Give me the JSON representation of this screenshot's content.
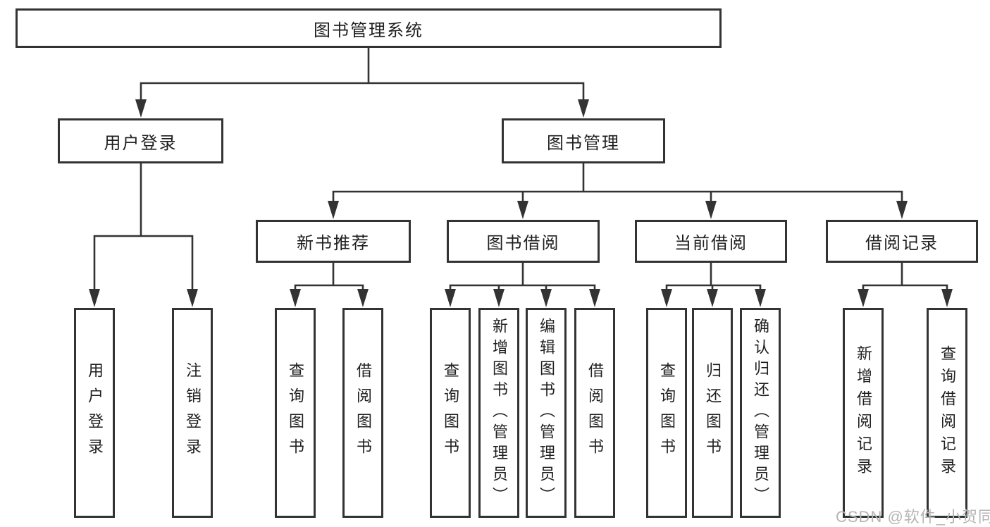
{
  "diagram": {
    "root": {
      "label": "图书管理系统"
    },
    "level2": [
      {
        "label": "用户登录"
      },
      {
        "label": "图书管理"
      }
    ],
    "level3": [
      {
        "label": "新书推荐",
        "parent": "图书管理"
      },
      {
        "label": "图书借阅",
        "parent": "图书管理"
      },
      {
        "label": "当前借阅",
        "parent": "图书管理"
      },
      {
        "label": "借阅记录",
        "parent": "图书管理"
      }
    ],
    "leaves": [
      {
        "label": "用户登录",
        "parent": "用户登录"
      },
      {
        "label": "注销登录",
        "parent": "用户登录"
      },
      {
        "label": "查询图书",
        "parent": "新书推荐"
      },
      {
        "label": "借阅图书",
        "parent": "新书推荐"
      },
      {
        "label": "查询图书",
        "parent": "图书借阅"
      },
      {
        "label": "新增图书（管理员）",
        "parent": "图书借阅"
      },
      {
        "label": "编辑图书（管理员）",
        "parent": "图书借阅"
      },
      {
        "label": "借阅图书",
        "parent": "图书借阅"
      },
      {
        "label": "查询图书",
        "parent": "当前借阅"
      },
      {
        "label": "归还图书",
        "parent": "当前借阅"
      },
      {
        "label": "确认归还（管理员）",
        "parent": "当前借阅"
      },
      {
        "label": "新增借阅记录",
        "parent": "借阅记录"
      },
      {
        "label": "查询借阅记录",
        "parent": "借阅记录"
      }
    ],
    "colors": {
      "line": "#333333",
      "text": "#1f1f1f",
      "background": "#ffffff"
    }
  },
  "watermark": {
    "text": "CSDN @软件_小贺同学",
    "color": "#b4b4b4"
  }
}
